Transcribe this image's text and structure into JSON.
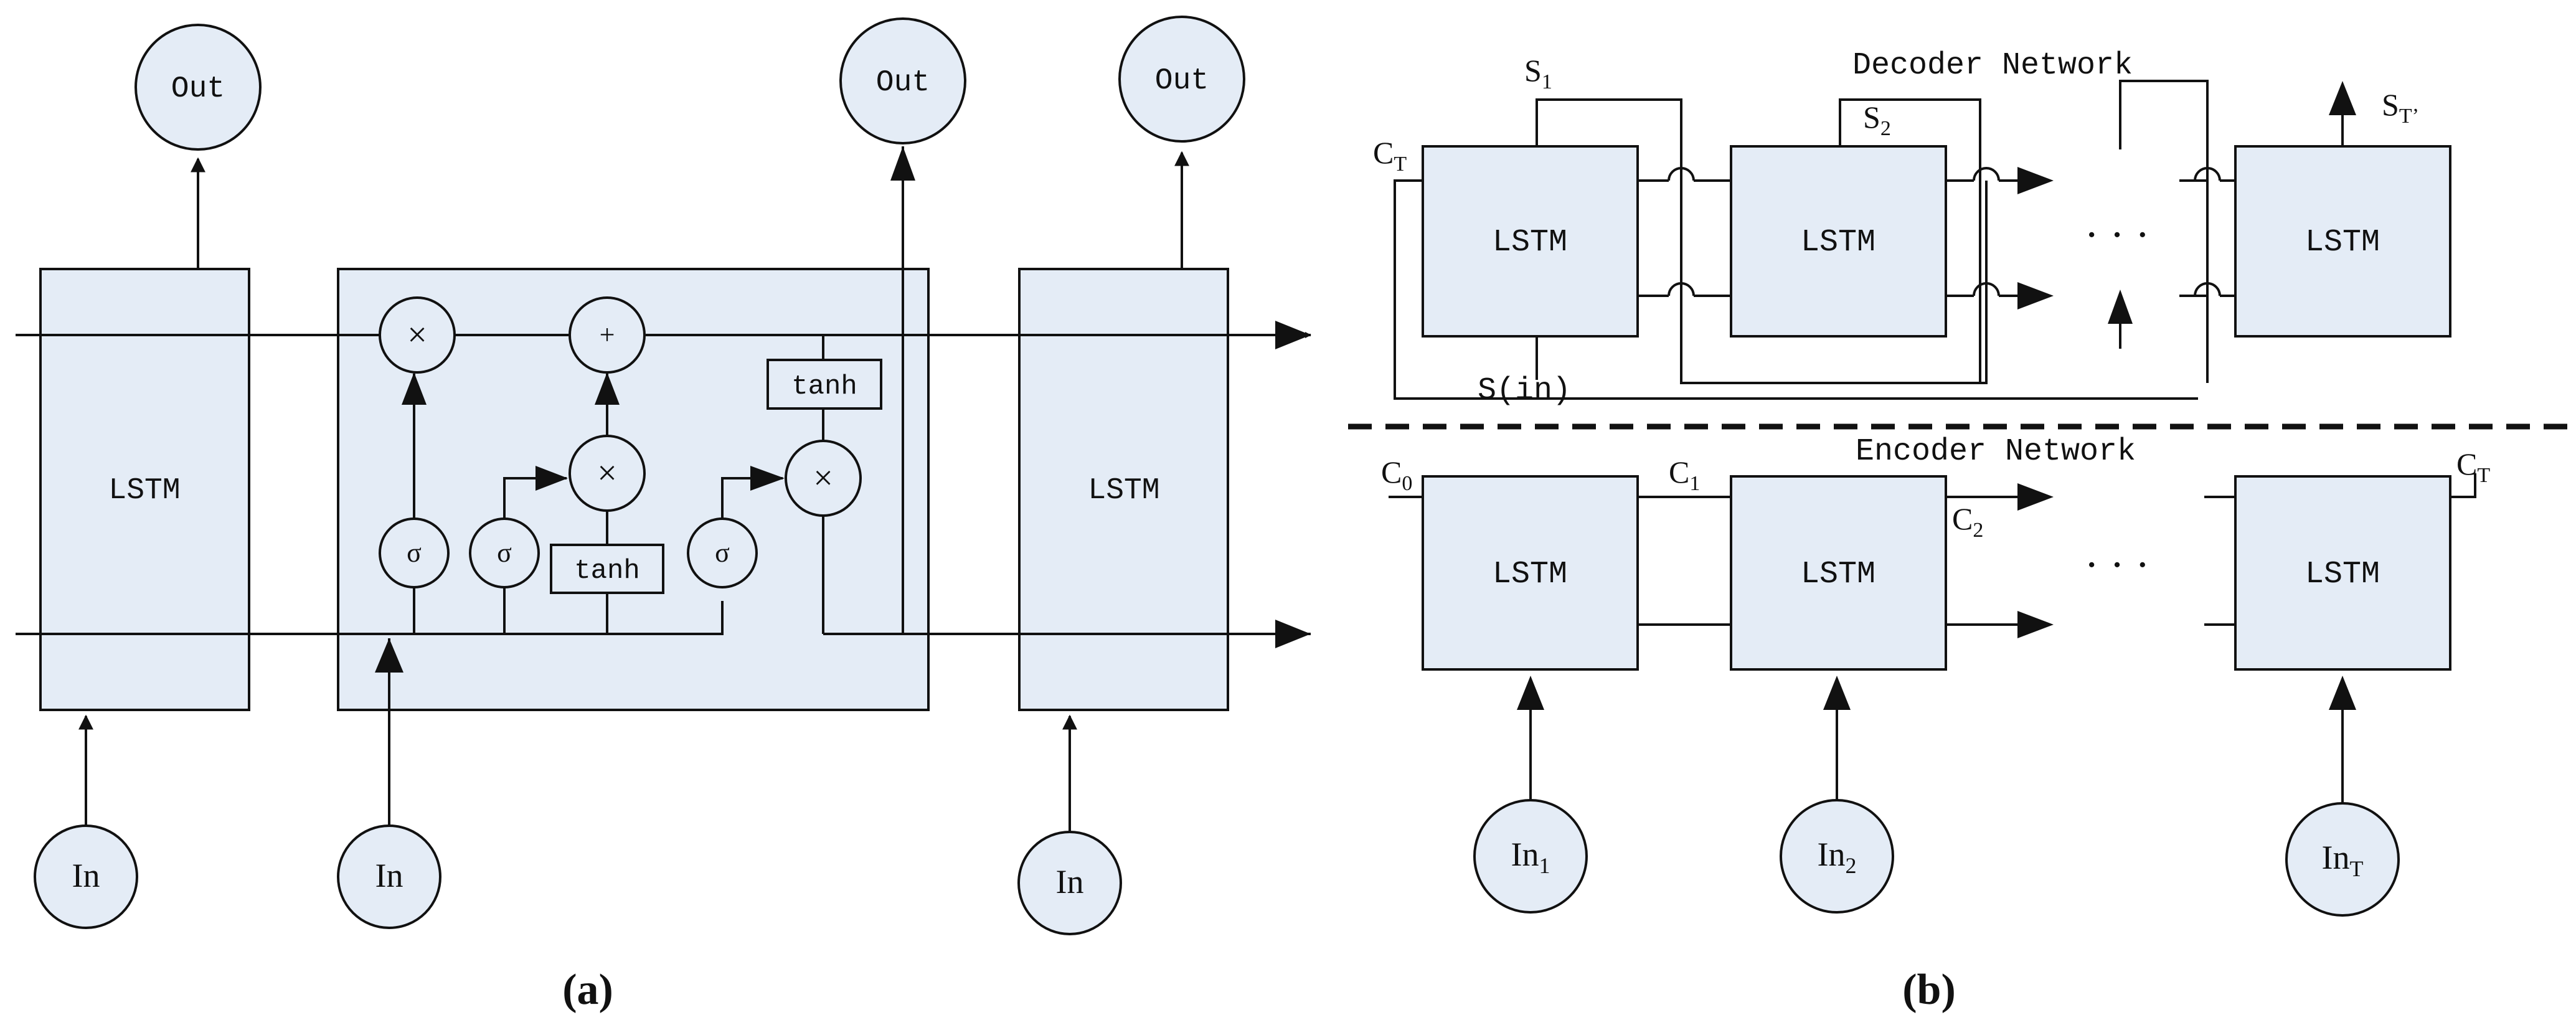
{
  "colors": {
    "box_fill": "#e4ecf6",
    "stroke": "#111111",
    "background": "#ffffff"
  },
  "panel_a": {
    "caption": "(a)",
    "left_cell": {
      "label": "LSTM",
      "output": "Out",
      "input": "In"
    },
    "middle_cell": {
      "output": "Out",
      "input": "In",
      "multiply_symbol": "×",
      "add_symbol": "+",
      "sigma_symbol": "σ",
      "tanh_label": "tanh"
    },
    "right_cell": {
      "label": "LSTM",
      "output": "Out",
      "input": "In"
    }
  },
  "panel_b": {
    "caption": "(b)",
    "decoder": {
      "title": "Decoder Network",
      "cell_label": "LSTM",
      "ellipsis": "· · ·",
      "context_label": {
        "base": "C",
        "sub": "T"
      },
      "state_labels": [
        {
          "base": "S",
          "sub": "1"
        },
        {
          "base": "S",
          "sub": "2"
        },
        {
          "base": "S",
          "sub": "T’"
        }
      ],
      "start_label": "S(in)"
    },
    "encoder": {
      "title": "Encoder Network",
      "cell_label": "LSTM",
      "ellipsis": "· · ·",
      "context_labels": [
        {
          "base": "C",
          "sub": "0"
        },
        {
          "base": "C",
          "sub": "1"
        },
        {
          "base": "C",
          "sub": "2"
        },
        {
          "base": "C",
          "sub": "T"
        }
      ],
      "inputs": [
        {
          "base": "In",
          "sub": "1"
        },
        {
          "base": "In",
          "sub": "2"
        },
        {
          "base": "In",
          "sub": "T"
        }
      ]
    }
  }
}
